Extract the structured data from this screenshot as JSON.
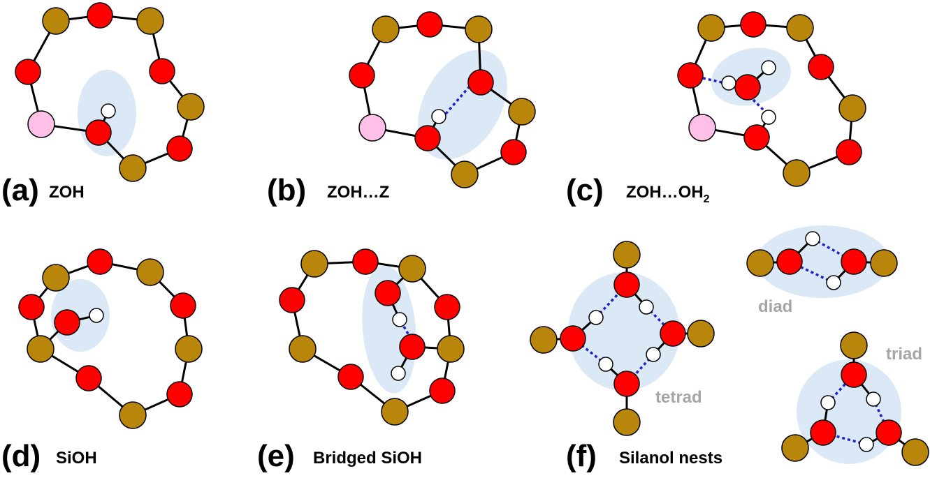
{
  "panels": {
    "a": {
      "letter": "(a)",
      "caption": "ZOH"
    },
    "b": {
      "letter": "(b)",
      "caption": "ZOH…Z"
    },
    "c": {
      "letter": "(c)",
      "caption": "ZOH…OH",
      "caption_sub": "2"
    },
    "d": {
      "letter": "(d)",
      "caption": "SiOH"
    },
    "e": {
      "letter": "(e)",
      "caption": "Bridged SiOH"
    },
    "f": {
      "letter": "(f)",
      "caption": "Silanol nests"
    }
  },
  "nest_labels": {
    "diad": "diad",
    "tetrad": "tetrad",
    "triad": "triad"
  },
  "colors": {
    "silicon": "#b8860b",
    "oxygen": "#ff0000",
    "heteroatom": "#ffc0e8",
    "hydrogen": "#ffffff",
    "hydrogen_bond": "#2222cc",
    "highlight": "#dbe8f5",
    "nest_label": "#a6a6a6"
  }
}
